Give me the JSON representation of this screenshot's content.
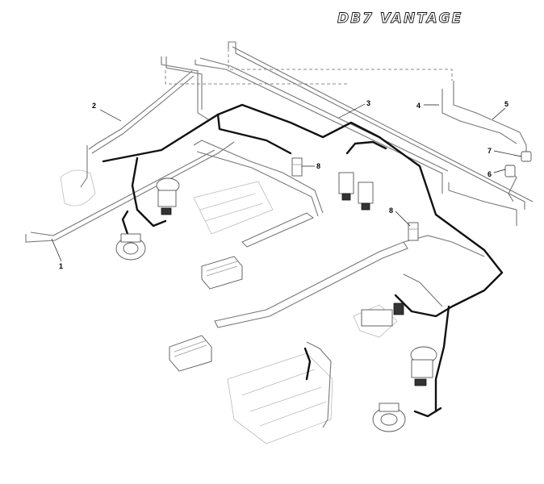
{
  "brand": {
    "logo_text": "DB7 VANTAGE"
  },
  "callouts": [
    {
      "id": "1",
      "label": "1"
    },
    {
      "id": "2",
      "label": "2"
    },
    {
      "id": "3",
      "label": "3"
    },
    {
      "id": "4",
      "label": "4"
    },
    {
      "id": "5",
      "label": "5"
    },
    {
      "id": "6",
      "label": "6"
    },
    {
      "id": "7",
      "label": "7"
    },
    {
      "id": "8a",
      "label": "8"
    },
    {
      "id": "8b",
      "label": "8"
    }
  ],
  "colors": {
    "harness": "#111111",
    "pipe": "#777777",
    "ghost": "#bbbbbb",
    "background": "#ffffff"
  }
}
